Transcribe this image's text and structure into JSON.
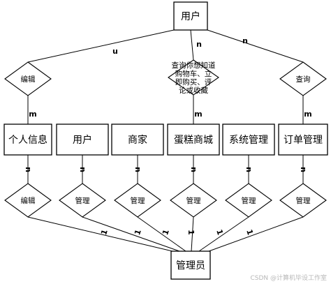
{
  "entities": [
    {
      "id": "user-top",
      "label": "用户"
    },
    {
      "id": "personal-info",
      "label": "个人信息"
    },
    {
      "id": "user",
      "label": "用户"
    },
    {
      "id": "merchant",
      "label": "商家"
    },
    {
      "id": "cake-mall",
      "label": "蛋糕商城"
    },
    {
      "id": "system-mgmt",
      "label": "系统管理"
    },
    {
      "id": "order-mgmt",
      "label": "订单管理"
    },
    {
      "id": "admin",
      "label": "管理员"
    }
  ],
  "relations": [
    {
      "id": "edit-top",
      "lines": [
        "编辑"
      ]
    },
    {
      "id": "browse",
      "lines": [
        "查询你想知道",
        "购物车、立",
        "即购买、评",
        "论或收藏"
      ]
    },
    {
      "id": "query",
      "lines": [
        "查询"
      ]
    },
    {
      "id": "edit-bottom",
      "lines": [
        "编辑"
      ]
    },
    {
      "id": "manage-1",
      "lines": [
        "管理"
      ]
    },
    {
      "id": "manage-2",
      "lines": [
        "管理"
      ]
    },
    {
      "id": "manage-3",
      "lines": [
        "管理"
      ]
    },
    {
      "id": "manage-4",
      "lines": [
        "管理"
      ]
    },
    {
      "id": "manage-5",
      "lines": [
        "管理"
      ]
    }
  ],
  "cardinalities": {
    "top_n": [
      "n",
      "n",
      "n"
    ],
    "top_m": [
      "m",
      "m",
      "m"
    ],
    "bottom_n": [
      "n",
      "n",
      "n",
      "n",
      "n",
      "n"
    ],
    "bottom_1": [
      "1",
      "1",
      "1",
      "1",
      "1",
      "1"
    ]
  },
  "watermark": "CSDN @计算机毕设工作室"
}
